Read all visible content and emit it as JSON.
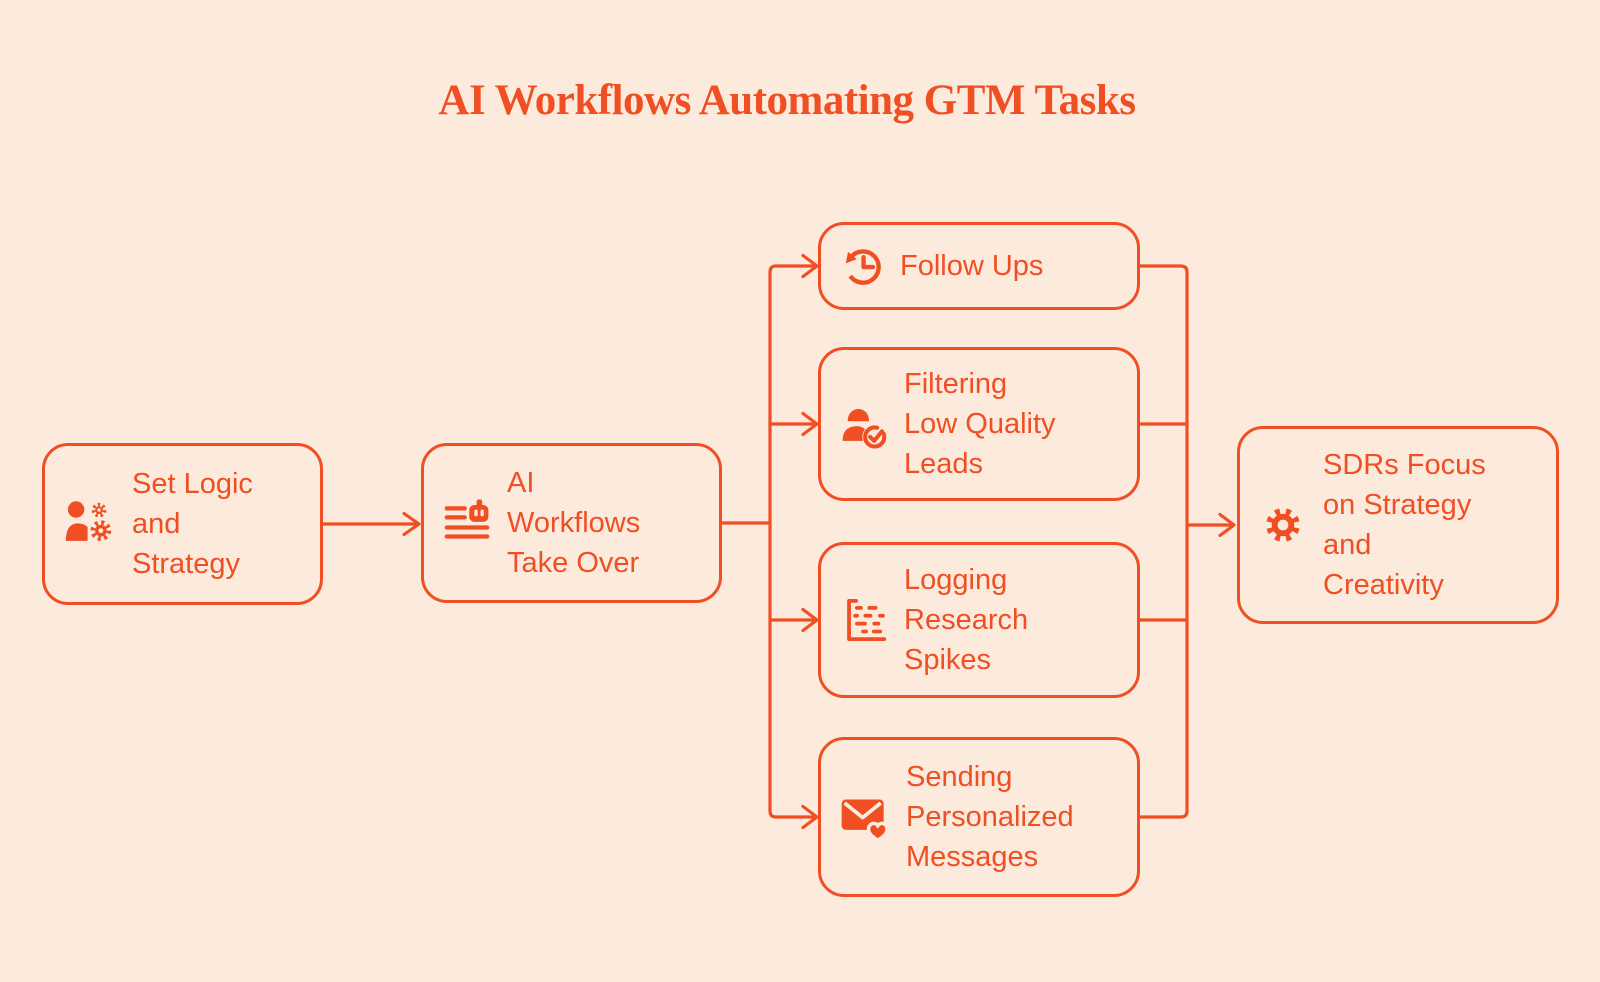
{
  "title": "AI Workflows Automating GTM Tasks",
  "colors": {
    "background": "#FCEBDD",
    "accent": "#F04E23"
  },
  "diagram": {
    "type": "flowchart-left-to-right",
    "nodes": [
      {
        "id": "set-logic",
        "label": "Set Logic\nand\nStrategy",
        "icon": "user-gear-icon"
      },
      {
        "id": "ai-workflows",
        "label": "AI\nWorkflows\nTake Over",
        "icon": "ai-task-list-icon"
      },
      {
        "id": "follow-ups",
        "label": "Follow Ups",
        "icon": "history-clock-icon"
      },
      {
        "id": "filtering-leads",
        "label": "Filtering\nLow Quality\nLeads",
        "icon": "lead-check-icon"
      },
      {
        "id": "logging-spikes",
        "label": "Logging\nResearch\nSpikes",
        "icon": "research-log-icon"
      },
      {
        "id": "sending-messages",
        "label": "Sending\nPersonalized\nMessages",
        "icon": "mail-heart-icon"
      },
      {
        "id": "sdrs-focus",
        "label": "SDRs Focus\non Strategy\nand\nCreativity",
        "icon": "gear-icon"
      }
    ],
    "edges": [
      {
        "from": "set-logic",
        "to": "ai-workflows"
      },
      {
        "from": "ai-workflows",
        "to": "follow-ups"
      },
      {
        "from": "ai-workflows",
        "to": "filtering-leads"
      },
      {
        "from": "ai-workflows",
        "to": "logging-spikes"
      },
      {
        "from": "ai-workflows",
        "to": "sending-messages"
      },
      {
        "from": "follow-ups",
        "to": "sdrs-focus"
      },
      {
        "from": "filtering-leads",
        "to": "sdrs-focus"
      },
      {
        "from": "logging-spikes",
        "to": "sdrs-focus"
      },
      {
        "from": "sending-messages",
        "to": "sdrs-focus"
      }
    ]
  }
}
